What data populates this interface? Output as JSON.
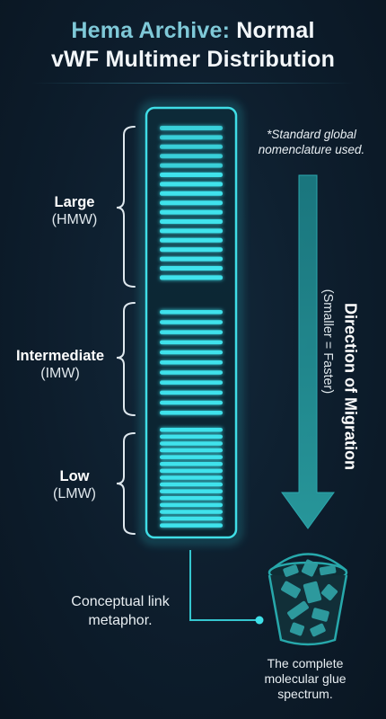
{
  "header": {
    "title_accent": "Hema Archive:",
    "title_rest_line1": "Normal",
    "title_line2": "vWF Multimer Distribution"
  },
  "note": "*Standard global nomenclature used.",
  "groups": [
    {
      "name": "Large",
      "abbr": "(HMW)"
    },
    {
      "name": "Intermediate",
      "abbr": "(IMW)"
    },
    {
      "name": "Low",
      "abbr": "(LMW)"
    }
  ],
  "migration": {
    "title": "Direction of Migration",
    "subtitle": "(Smaller = Faster)"
  },
  "link_caption": "Conceptual link metaphor.",
  "bucket_caption": "The complete molecular glue spectrum.",
  "colors": {
    "accent": "#7fc9d8",
    "band": "#3fe6ef",
    "arrow": "#1f8f94",
    "background": "#0d1d2c"
  },
  "icons": [
    "gel-lane-icon",
    "migration-arrow-icon",
    "bucket-icon",
    "brace-icon"
  ]
}
